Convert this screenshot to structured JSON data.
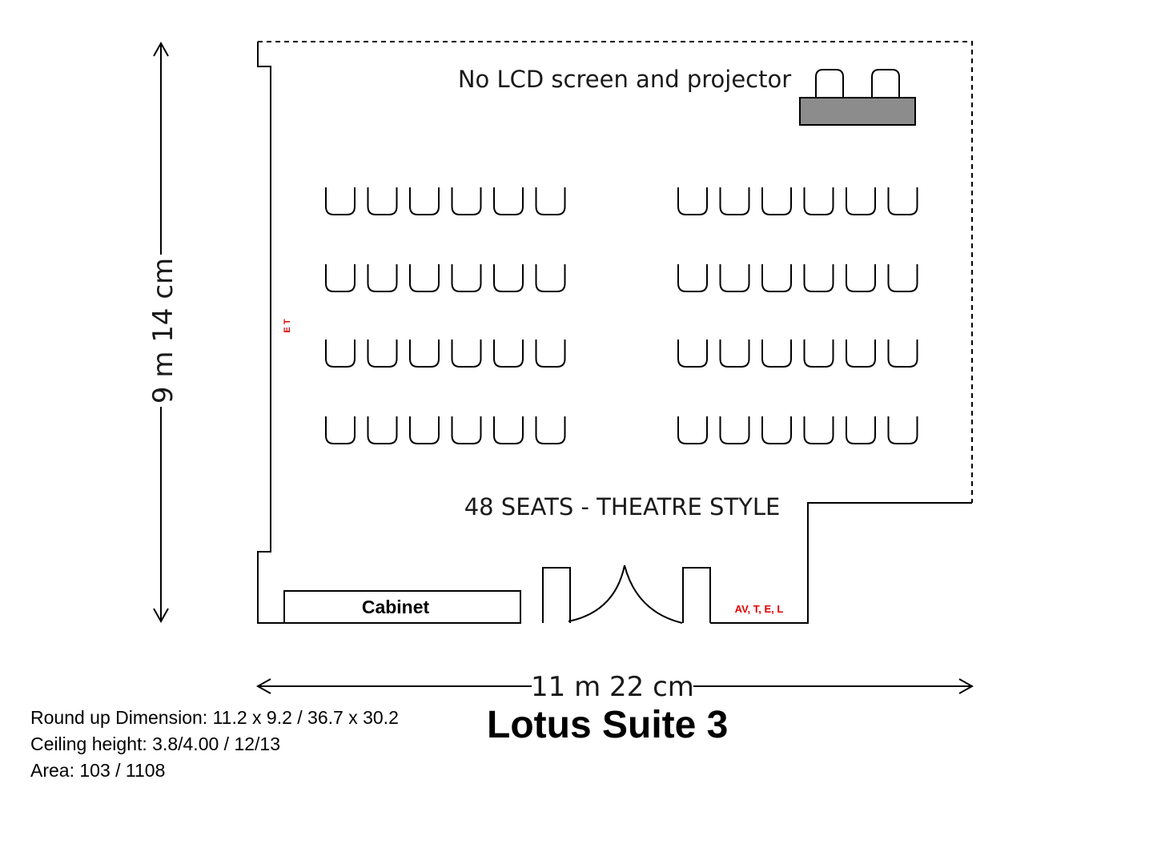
{
  "room_name": "Lotus Suite 3",
  "av_note": "No LCD screen and projector",
  "seating_label": "48 SEATS - THEATRE STYLE",
  "cabinet_label": "Cabinet",
  "wall_socket_label": "E T",
  "door_socket_label": "AV, T, E, L",
  "dimensions": {
    "height_label": "9 m 14 cm",
    "width_label": "11 m 22 cm"
  },
  "info": {
    "round_up": "Round up Dimension: 11.2 x 9.2 / 36.7 x 30.2",
    "ceiling": "Ceiling height: 3.8/4.00 / 12/13",
    "area": "Area: 103 / 1108"
  },
  "seating": {
    "rows": 4,
    "blocks": 2,
    "seats_per_block_row": 6
  },
  "colors": {
    "line": "#000000",
    "table_fill": "#8c8c8c",
    "socket_text": "#e00000"
  }
}
